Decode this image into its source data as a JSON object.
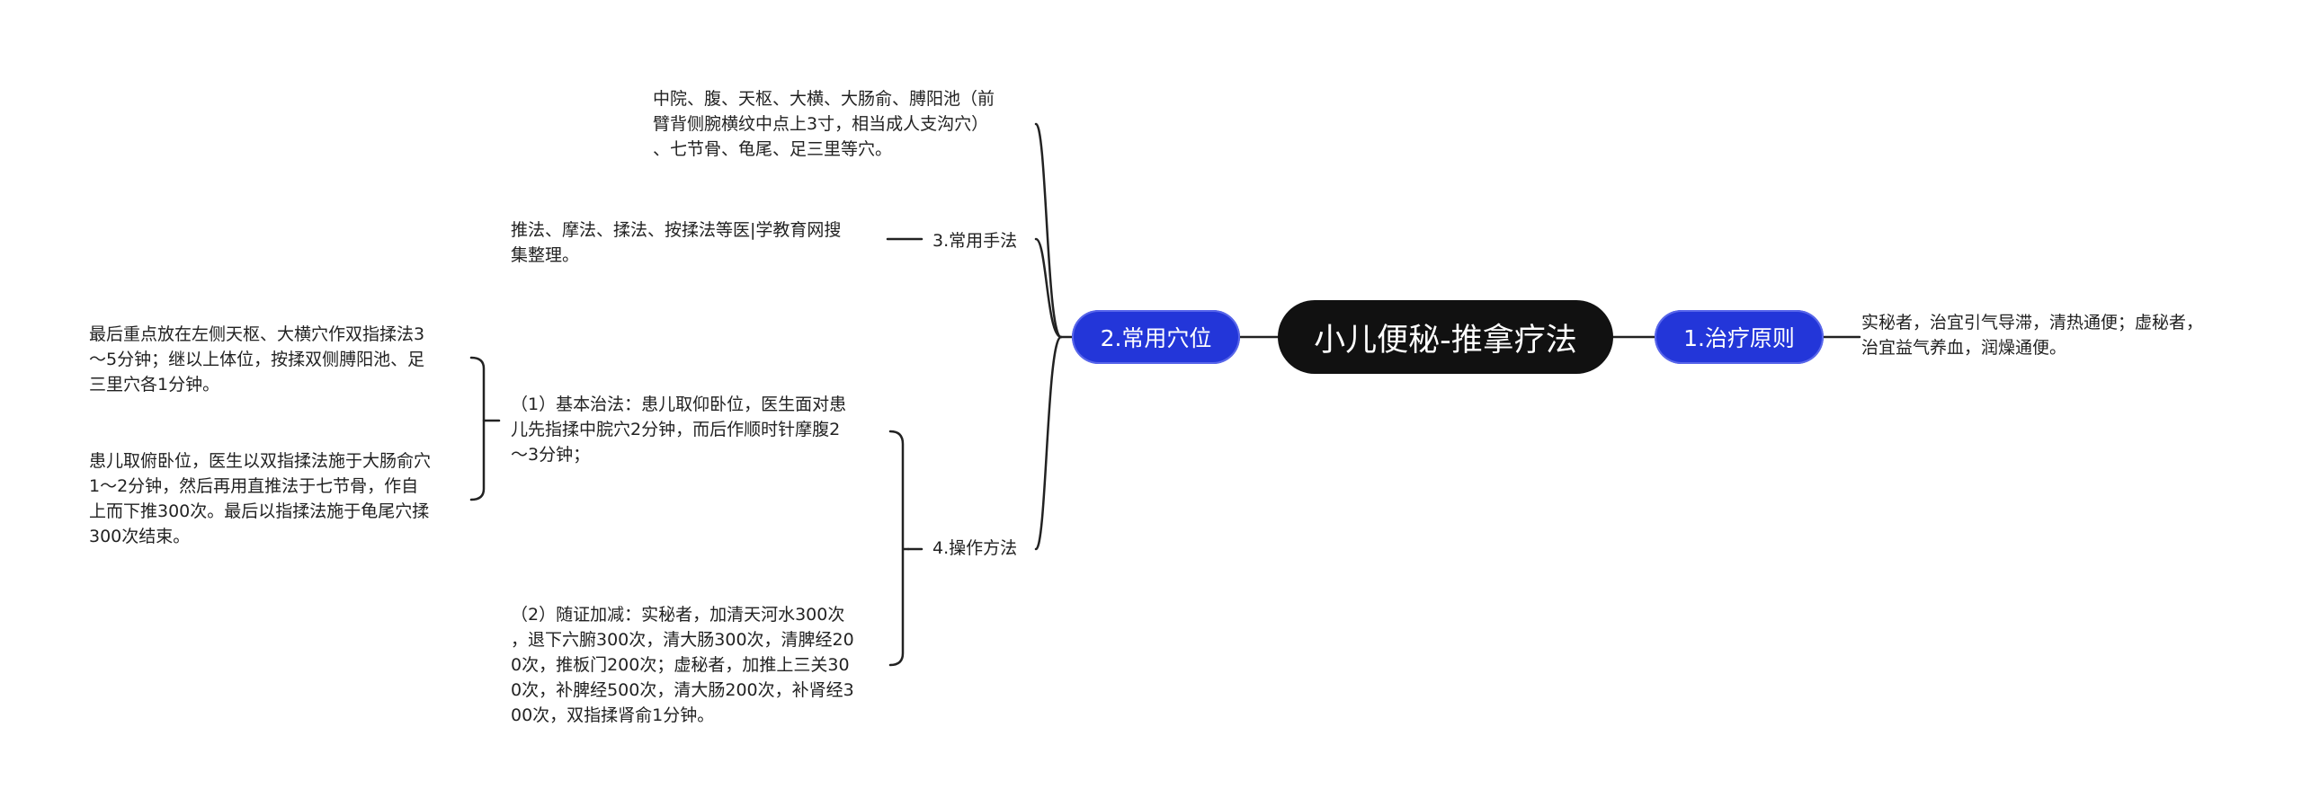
{
  "root": {
    "label": "小儿便秘-推拿疗法"
  },
  "right": {
    "label": "1.治疗原则",
    "detail": [
      "实秘者，治宜引气导滞，清热通便；虚秘者，",
      "治宜益气养血，润燥通便。"
    ]
  },
  "left": {
    "label": "2.常用穴位",
    "acupoints": [
      "中院、腹、天枢、大横、大肠俞、膊阳池（前",
      "臂背侧腕横纹中点上3寸，相当成人支沟穴）",
      "、七节骨、龟尾、足三里等穴。"
    ],
    "methods": {
      "label": "3.常用手法",
      "detail": [
        "推法、摩法、揉法、按揉法等医|学教育网搜",
        "集整理。"
      ]
    },
    "operation": {
      "label": "4.操作方法",
      "basic": {
        "text": [
          "（1）基本治法：患儿取仰卧位，医生面对患",
          "儿先指揉中脘穴2分钟，而后作顺时针摩腹2",
          "～3分钟；"
        ],
        "sub1": [
          "最后重点放在左侧天枢、大横穴作双指揉法3",
          "～5分钟；继以上体位，按揉双侧膊阳池、足",
          "三里穴各1分钟。"
        ],
        "sub2": [
          "患儿取俯卧位，医生以双指揉法施于大肠俞穴",
          "1～2分钟，然后再用直推法于七节骨，作自",
          "上而下推300次。最后以指揉法施于龟尾穴揉",
          "300次结束。"
        ]
      },
      "symptomatic": [
        "（2）随证加减：实秘者，加清天河水300次",
        "，退下六腑300次，清大肠300次，清脾经20",
        "0次，推板门200次；虚秘者，加推上三关30",
        "0次，补脾经500次，清大肠200次，补肾经3",
        "00次，双指揉肾俞1分钟。"
      ]
    }
  }
}
